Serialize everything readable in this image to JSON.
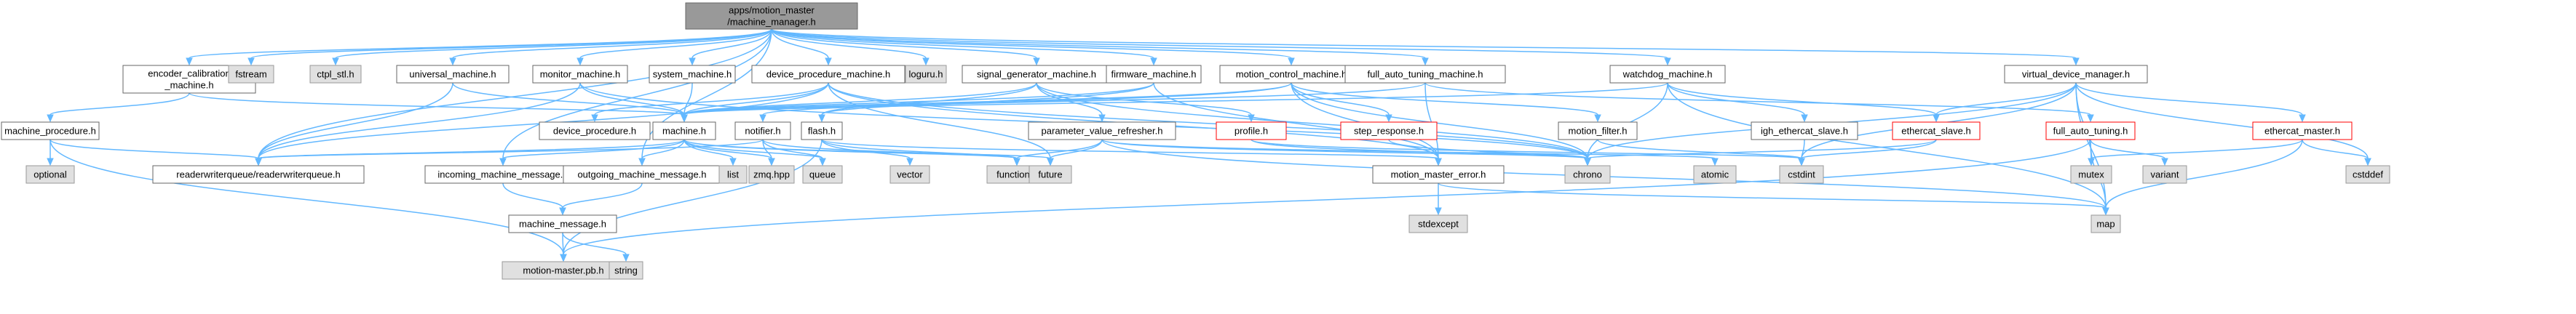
{
  "colors": {
    "edge": "#63b8ff",
    "root_fill": "#999999",
    "root_stroke": "#666666",
    "file_fill": "#ffffff",
    "file_stroke": "#666666",
    "external_fill": "#e0e0e0",
    "external_stroke": "#999999",
    "truncated_fill": "#ffffff",
    "truncated_stroke": "#ff0000"
  },
  "diagram": {
    "type": "include-dependency-graph",
    "nodes": [
      {
        "id": "root",
        "label": "apps/motion_master\n/machine_manager.h",
        "kind": "root"
      },
      {
        "id": "encoder",
        "label": "encoder_calibration\n_machine.h",
        "kind": "file"
      },
      {
        "id": "fstream",
        "label": "fstream",
        "kind": "external"
      },
      {
        "id": "ctpl",
        "label": "ctpl_stl.h",
        "kind": "external"
      },
      {
        "id": "universal",
        "label": "universal_machine.h",
        "kind": "file"
      },
      {
        "id": "monitor",
        "label": "monitor_machine.h",
        "kind": "file"
      },
      {
        "id": "system",
        "label": "system_machine.h",
        "kind": "file"
      },
      {
        "id": "devproc",
        "label": "device_procedure_machine.h",
        "kind": "file"
      },
      {
        "id": "loguru",
        "label": "loguru.h",
        "kind": "external"
      },
      {
        "id": "siggen",
        "label": "signal_generator_machine.h",
        "kind": "file"
      },
      {
        "id": "firmware",
        "label": "firmware_machine.h",
        "kind": "file"
      },
      {
        "id": "motionctl",
        "label": "motion_control_machine.h",
        "kind": "file"
      },
      {
        "id": "fullauto_m",
        "label": "full_auto_tuning_machine.h",
        "kind": "file"
      },
      {
        "id": "watchdog",
        "label": "watchdog_machine.h",
        "kind": "file"
      },
      {
        "id": "vdm",
        "label": "virtual_device_manager.h",
        "kind": "file"
      },
      {
        "id": "machproc",
        "label": "machine_procedure.h",
        "kind": "file"
      },
      {
        "id": "optional",
        "label": "optional",
        "kind": "external"
      },
      {
        "id": "rwq",
        "label": "readerwriterqueue/readerwriterqueue.h",
        "kind": "file"
      },
      {
        "id": "device_procedure",
        "label": "device_procedure.h",
        "kind": "file"
      },
      {
        "id": "machine",
        "label": "machine.h",
        "kind": "file"
      },
      {
        "id": "notifier",
        "label": "notifier.h",
        "kind": "file"
      },
      {
        "id": "flash",
        "label": "flash.h",
        "kind": "file"
      },
      {
        "id": "pvr",
        "label": "parameter_value_refresher.h",
        "kind": "file"
      },
      {
        "id": "profile",
        "label": "profile.h",
        "kind": "truncated"
      },
      {
        "id": "step",
        "label": "step_response.h",
        "kind": "truncated"
      },
      {
        "id": "mfilter",
        "label": "motion_filter.h",
        "kind": "file"
      },
      {
        "id": "igh",
        "label": "igh_ethercat_slave.h",
        "kind": "file"
      },
      {
        "id": "ecat_slave",
        "label": "ethercat_slave.h",
        "kind": "truncated"
      },
      {
        "id": "fat",
        "label": "full_auto_tuning.h",
        "kind": "truncated"
      },
      {
        "id": "ecat_master",
        "label": "ethercat_master.h",
        "kind": "truncated"
      },
      {
        "id": "cstddef",
        "label": "cstddef",
        "kind": "external"
      },
      {
        "id": "incoming",
        "label": "incoming_machine_message.h",
        "kind": "file"
      },
      {
        "id": "outgoing",
        "label": "outgoing_machine_message.h",
        "kind": "file"
      },
      {
        "id": "list",
        "label": "list",
        "kind": "external"
      },
      {
        "id": "zmq",
        "label": "zmq.hpp",
        "kind": "external"
      },
      {
        "id": "queue",
        "label": "queue",
        "kind": "external"
      },
      {
        "id": "vector",
        "label": "vector",
        "kind": "external"
      },
      {
        "id": "functional",
        "label": "functional",
        "kind": "external"
      },
      {
        "id": "future",
        "label": "future",
        "kind": "external"
      },
      {
        "id": "mme",
        "label": "motion_master_error.h",
        "kind": "file"
      },
      {
        "id": "chrono",
        "label": "chrono",
        "kind": "external"
      },
      {
        "id": "atomic",
        "label": "atomic",
        "kind": "external"
      },
      {
        "id": "cstdint",
        "label": "cstdint",
        "kind": "external"
      },
      {
        "id": "mutex",
        "label": "mutex",
        "kind": "external"
      },
      {
        "id": "variant",
        "label": "variant",
        "kind": "external"
      },
      {
        "id": "machmsg",
        "label": "machine_message.h",
        "kind": "file"
      },
      {
        "id": "stdexcept",
        "label": "stdexcept",
        "kind": "external"
      },
      {
        "id": "map",
        "label": "map",
        "kind": "external"
      },
      {
        "id": "pb",
        "label": "motion-master.pb.h",
        "kind": "external"
      },
      {
        "id": "string",
        "label": "string",
        "kind": "external"
      }
    ],
    "edges": [
      [
        "root",
        "encoder"
      ],
      [
        "root",
        "fstream"
      ],
      [
        "root",
        "ctpl"
      ],
      [
        "root",
        "universal"
      ],
      [
        "root",
        "monitor"
      ],
      [
        "root",
        "system"
      ],
      [
        "root",
        "devproc"
      ],
      [
        "root",
        "loguru"
      ],
      [
        "root",
        "siggen"
      ],
      [
        "root",
        "firmware"
      ],
      [
        "root",
        "motionctl"
      ],
      [
        "root",
        "fullauto_m"
      ],
      [
        "root",
        "watchdog"
      ],
      [
        "root",
        "vdm"
      ],
      [
        "root",
        "rwq"
      ],
      [
        "root",
        "incoming"
      ],
      [
        "root",
        "outgoing"
      ],
      [
        "encoder",
        "machproc"
      ],
      [
        "encoder",
        "machine"
      ],
      [
        "machproc",
        "optional"
      ],
      [
        "machproc",
        "rwq"
      ],
      [
        "machproc",
        "pb"
      ],
      [
        "universal",
        "machine"
      ],
      [
        "universal",
        "rwq"
      ],
      [
        "monitor",
        "machine"
      ],
      [
        "monitor",
        "rwq"
      ],
      [
        "monitor",
        "chrono"
      ],
      [
        "system",
        "machine"
      ],
      [
        "devproc",
        "device_procedure"
      ],
      [
        "devproc",
        "machine"
      ],
      [
        "devproc",
        "rwq"
      ],
      [
        "devproc",
        "future"
      ],
      [
        "devproc",
        "chrono"
      ],
      [
        "devproc",
        "mme"
      ],
      [
        "siggen",
        "machine"
      ],
      [
        "siggen",
        "flash"
      ],
      [
        "siggen",
        "pvr"
      ],
      [
        "siggen",
        "profile"
      ],
      [
        "siggen",
        "chrono"
      ],
      [
        "firmware",
        "machine"
      ],
      [
        "firmware",
        "flash"
      ],
      [
        "firmware",
        "mme"
      ],
      [
        "motionctl",
        "machine"
      ],
      [
        "motionctl",
        "notifier"
      ],
      [
        "motionctl",
        "mfilter"
      ],
      [
        "motionctl",
        "step"
      ],
      [
        "motionctl",
        "chrono"
      ],
      [
        "motionctl",
        "mme"
      ],
      [
        "fullauto_m",
        "machine"
      ],
      [
        "fullauto_m",
        "fat"
      ],
      [
        "fullauto_m",
        "mme"
      ],
      [
        "watchdog",
        "machine"
      ],
      [
        "watchdog",
        "igh"
      ],
      [
        "watchdog",
        "ecat_slave"
      ],
      [
        "watchdog",
        "chrono"
      ],
      [
        "watchdog",
        "map"
      ],
      [
        "vdm",
        "ecat_master"
      ],
      [
        "vdm",
        "ecat_slave"
      ],
      [
        "vdm",
        "cstddef"
      ],
      [
        "vdm",
        "map"
      ],
      [
        "vdm",
        "mutex"
      ],
      [
        "vdm",
        "chrono"
      ],
      [
        "vdm",
        "cstdint"
      ],
      [
        "machine",
        "rwq"
      ],
      [
        "machine",
        "incoming"
      ],
      [
        "machine",
        "outgoing"
      ],
      [
        "machine",
        "list"
      ],
      [
        "machine",
        "zmq"
      ],
      [
        "machine",
        "queue"
      ],
      [
        "machine",
        "functional"
      ],
      [
        "machine",
        "future"
      ],
      [
        "notifier",
        "rwq"
      ],
      [
        "notifier",
        "zmq"
      ],
      [
        "notifier",
        "queue"
      ],
      [
        "notifier",
        "functional"
      ],
      [
        "flash",
        "vector"
      ],
      [
        "flash",
        "functional"
      ],
      [
        "flash",
        "pb"
      ],
      [
        "flash",
        "mme"
      ],
      [
        "pvr",
        "functional"
      ],
      [
        "pvr",
        "future"
      ],
      [
        "pvr",
        "chrono"
      ],
      [
        "pvr",
        "atomic"
      ],
      [
        "pvr",
        "map"
      ],
      [
        "profile",
        "chrono"
      ],
      [
        "profile",
        "cstdint"
      ],
      [
        "step",
        "chrono"
      ],
      [
        "mfilter",
        "cstdint"
      ],
      [
        "igh",
        "cstdint"
      ],
      [
        "ecat_slave",
        "cstdint"
      ],
      [
        "ecat_slave",
        "chrono"
      ],
      [
        "fat",
        "mutex"
      ],
      [
        "fat",
        "variant"
      ],
      [
        "fat",
        "map"
      ],
      [
        "fat",
        "pb"
      ],
      [
        "ecat_master",
        "cstddef"
      ],
      [
        "ecat_master",
        "map"
      ],
      [
        "ecat_master",
        "mutex"
      ],
      [
        "incoming",
        "machmsg"
      ],
      [
        "outgoing",
        "machmsg"
      ],
      [
        "machmsg",
        "pb"
      ],
      [
        "machmsg",
        "string"
      ],
      [
        "mme",
        "stdexcept"
      ],
      [
        "mme",
        "map"
      ]
    ]
  }
}
